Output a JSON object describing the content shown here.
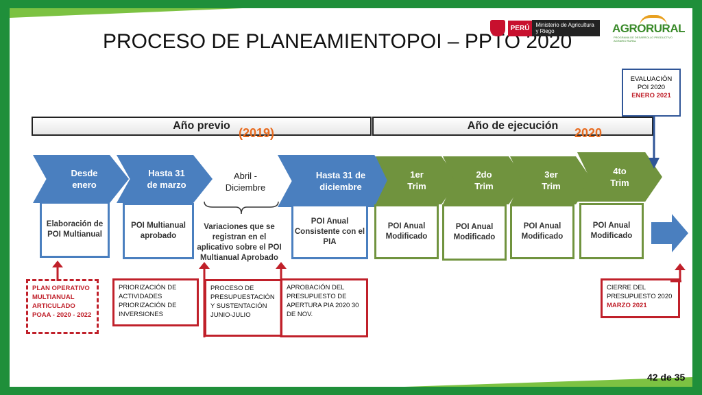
{
  "title": "PROCESO DE PLANEAMIENTOPOI – PPTO 2020",
  "logos": {
    "peru_label": "PERÚ",
    "ministry": "Ministerio de Agricultura y Riego",
    "agrorural": "AGRORURAL",
    "agrorural_sub": "PROGRAMA DE DESARROLLO PRODUCTIVO AGRARIO RURAL"
  },
  "bands": {
    "previo": "Año previo",
    "ejecucion": "Año de ejecución",
    "year_previo": "(2019)",
    "year_ejecucion": "2020"
  },
  "chevrons": [
    {
      "label": "Desde enero",
      "color": "#4a7fbf"
    },
    {
      "label": "Hasta 31 de marzo",
      "color": "#4a7fbf"
    },
    {
      "label": "Hasta 31 de diciembre",
      "color": "#4a7fbf"
    },
    {
      "label": "1er Trim",
      "color": "#70933e"
    },
    {
      "label": "2do Trim",
      "color": "#70933e"
    },
    {
      "label": "3er Trim",
      "color": "#70933e"
    },
    {
      "label": "4to Trim",
      "color": "#70933e"
    }
  ],
  "abril": "Abril - Diciembre",
  "boxes": [
    "Elaboración de POI Multianual",
    "POI Multianual aprobado",
    "POI Anual Consistente con el PIA",
    "POI Anual Modificado",
    "POI Anual Modificado",
    "POI Anual Modificado",
    "POI Anual Modificado"
  ],
  "variaciones": "Variaciones que se registran en el aplicativo sobre el POI Multianual Aprobado",
  "evaluacion": {
    "line1": "EVALUACIÓN",
    "line2": "POI 2020",
    "line3": "ENERO 2021"
  },
  "notes": {
    "plan": "PLAN OPERATIVO MULTIANUAL ARTICULADO POAA - 2020 - 2022",
    "priorizacion": "PRIORIZACIÓN DE ACTIVIDADES PRIORIZACIÓN DE INVERSIONES",
    "proceso": "PROCESO DE PRESUPUESTACIÓN Y SUSTENTACIÓN JUNIO-JULIO",
    "aprobacion": "APROBACIÓN DEL PRESUPUESTO DE APERTURA PIA 2020 30 DE NOV.",
    "cierre_line1": "CIERRE DEL PRESUPUESTO 2020",
    "cierre_line2": "MARZO 2021"
  },
  "colors": {
    "blue": "#4a7fbf",
    "green": "#70933e",
    "red": "#c0202a",
    "frame": "#1f8f3a"
  },
  "page_number": "42 de 35"
}
